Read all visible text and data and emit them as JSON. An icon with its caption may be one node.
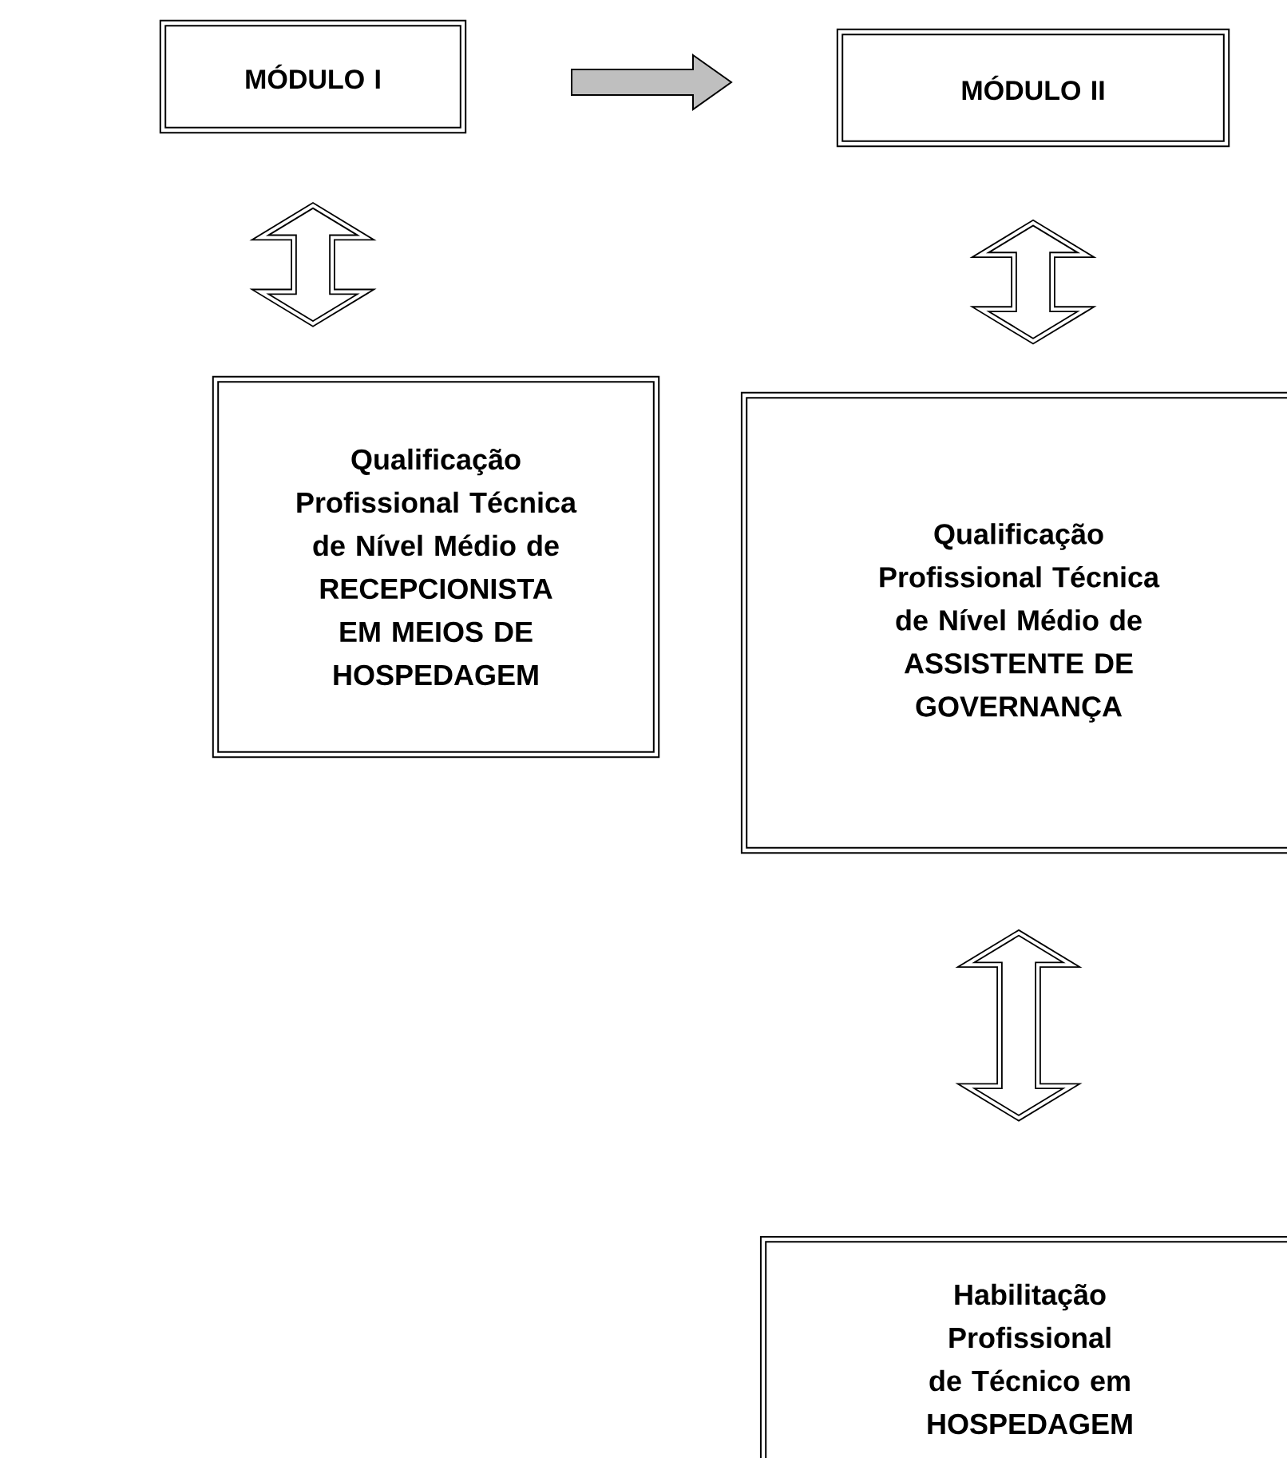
{
  "diagram": {
    "nodes": [
      {
        "text": [
          "MÓDULO I"
        ]
      },
      {
        "text": [
          "MÓDULO II"
        ]
      },
      {
        "text": [
          "Qualificação Profissional Técnica de Nível Médio de RECEPCIONISTA EM MEIOS DE HOSPEDAGEM"
        ]
      },
      {
        "text": [
          "Qualificação Profissional Técnica de Nível Médio de ASSISTENTE DE GOVERNANÇA"
        ]
      },
      {
        "text": [
          "Habilitação Profissional de Técnico em HOSPEDAGEM"
        ]
      }
    ],
    "edges": [
      {
        "from": 0,
        "to": 1,
        "arrow": "to"
      },
      {
        "from": 0,
        "to": 2,
        "arrow": "both"
      },
      {
        "from": 1,
        "to": 3,
        "arrow": "both"
      },
      {
        "from": 3,
        "to": 4,
        "arrow": "both"
      }
    ]
  }
}
